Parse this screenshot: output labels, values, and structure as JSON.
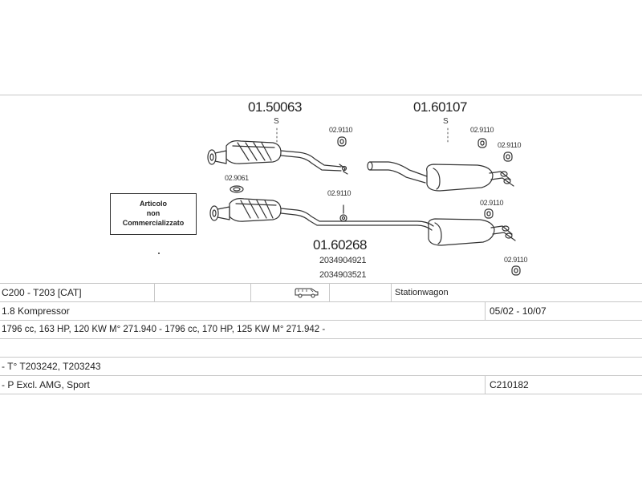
{
  "diagram": {
    "parts": {
      "front_upper": {
        "number": "01.50063",
        "suffix": "S"
      },
      "rear_upper": {
        "number": "01.60107",
        "suffix": "S"
      },
      "lower": {
        "number": "01.60268",
        "oem_1": "2034904921",
        "oem_2": "2034903521"
      }
    },
    "fittings": {
      "f1": "02.9110",
      "f2": "02.9110",
      "f3": "02.9110",
      "f4": "02.9061",
      "f5": "02.9110",
      "f6": "02.9110",
      "f7": "02.9110"
    },
    "notice": {
      "line1": "Articolo",
      "line2": "non",
      "line3": "Commercializzato"
    }
  },
  "table": {
    "row1": {
      "model": "C200 - T203  [CAT]",
      "body_type": "Stationwagon",
      "body_icon": "van-icon"
    },
    "row2": {
      "engine": "1.8 Kompressor",
      "period": "05/02 - 10/07"
    },
    "row3": {
      "specs": "1796 cc, 163 HP, 120 KW M° 271.940 - 1796 cc, 170 HP, 125 KW M° 271.942 -"
    },
    "row4": {
      "text": ""
    },
    "row5": {
      "types": "- T° T203242, T203243"
    },
    "row6": {
      "excl": "- P Excl. AMG, Sport",
      "code": "C210182"
    }
  },
  "colors": {
    "line": "#333333",
    "grid": "#c8c8c8",
    "text": "#222222"
  }
}
